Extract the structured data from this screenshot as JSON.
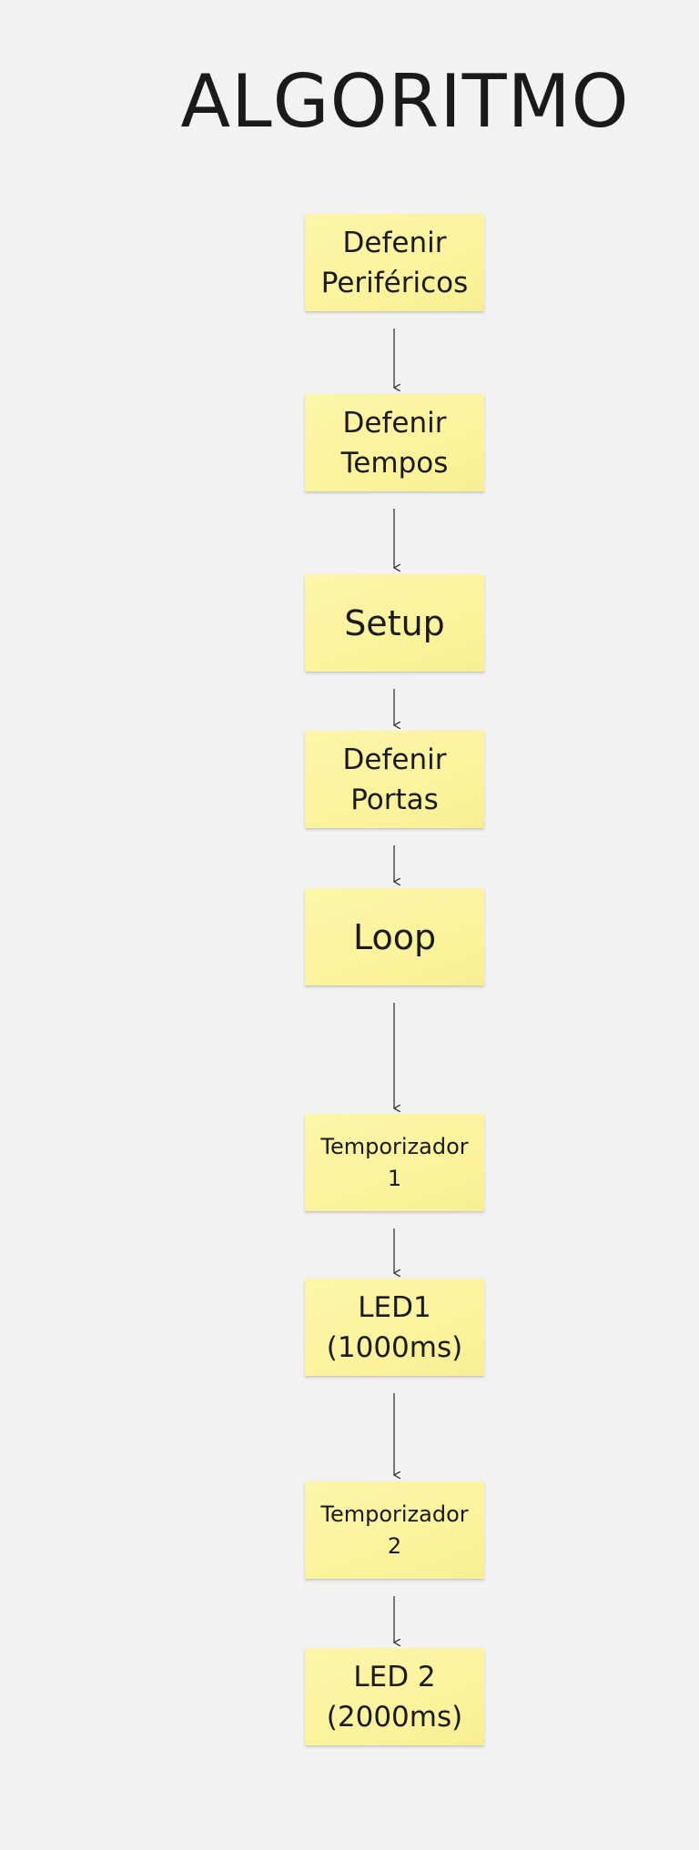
{
  "title": "ALGORITMO",
  "notes": [
    {
      "label": "Defenir\nPeriféricos"
    },
    {
      "label": "Defenir\nTempos"
    },
    {
      "label": "Setup"
    },
    {
      "label": "Defenir\nPortas"
    },
    {
      "label": "Loop"
    },
    {
      "label": "Temporizador\n1"
    },
    {
      "label": "LED1\n(1000ms)"
    },
    {
      "label": "Temporizador\n2"
    },
    {
      "label": "LED 2\n(2000ms)"
    }
  ],
  "colors": {
    "background": "#f2f2f2",
    "note": "#fbf29a",
    "text": "#1a1a1a",
    "arrow": "#333333"
  }
}
